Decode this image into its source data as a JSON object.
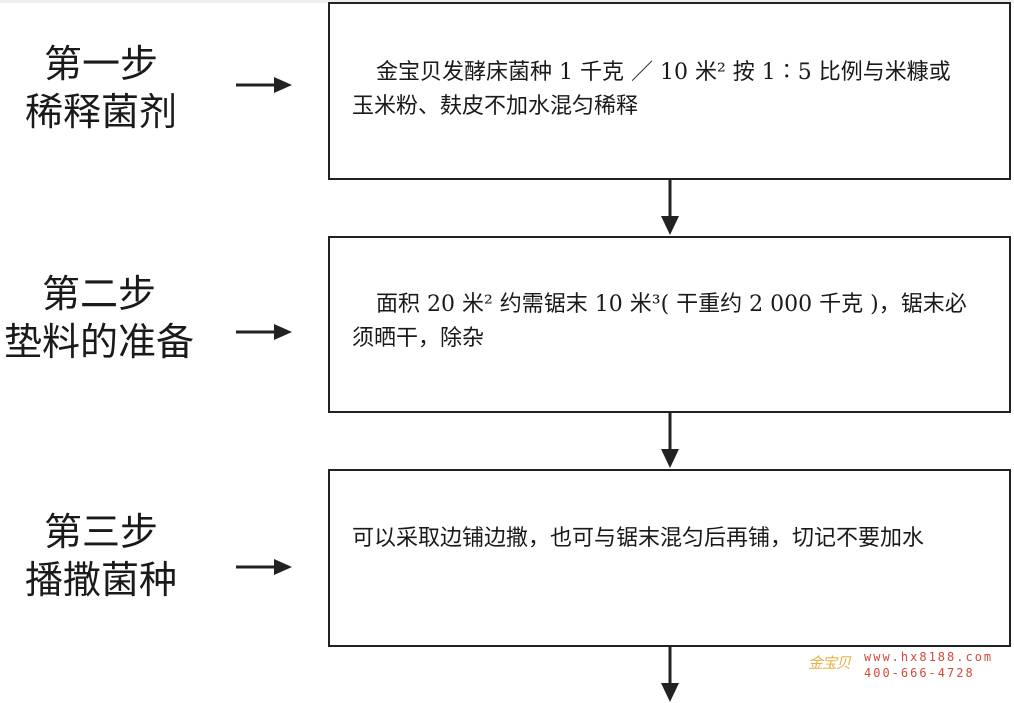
{
  "steps": [
    {
      "label_line1": "第一步",
      "label_line2": "稀释菌剂",
      "text_line1": "金宝贝发酵床菌种 1 千克 ／ 10 米² 按 1∶5 比例与米糠或",
      "text_line2": "玉米粉、麸皮不加水混匀稀释"
    },
    {
      "label_line1": "第二步",
      "label_line2": "垫料的准备",
      "text_line1": "面积 20 米² 约需锯末 10 米³( 干重约 2 000 千克 )，锯末必",
      "text_line2": "须晒干，除杂"
    },
    {
      "label_line1": "第三步",
      "label_line2": "播撒菌种",
      "text_line1": "可以采取边铺边撒，也可与锯末混匀后再铺，切记不要加水",
      "text_line2": ""
    }
  ],
  "watermark": {
    "logo": "金宝贝",
    "url": "www.hx8188.com",
    "phone": "400-666-4728"
  },
  "colors": {
    "stroke": "#222222",
    "text": "#1a1a1a",
    "watermark_url": "#d24a3a",
    "watermark_logo": "#e8b24a"
  },
  "icons": {
    "side_arrow": "arrow-right-icon",
    "flow_arrow": "arrow-down-icon"
  }
}
